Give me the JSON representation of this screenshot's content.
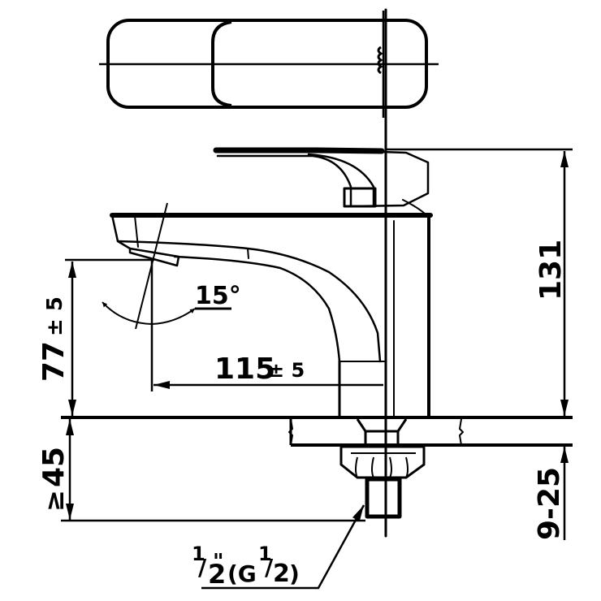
{
  "drawing": {
    "type": "technical-dimension-drawing",
    "subject": "single-lever basin faucet",
    "views": [
      "top-view",
      "side-view"
    ],
    "line_color": "#000000",
    "background": "#ffffff"
  },
  "dimensions": {
    "height_total": "131",
    "spout_height": "77",
    "spout_height_tol": "± 5",
    "spout_reach": "115",
    "spout_reach_tol": "± 5",
    "spout_angle": "15°",
    "shank_length_prefix": "≥",
    "shank_length": "45",
    "counter_thickness": "9-25"
  },
  "thread": {
    "num": "1",
    "den": "2",
    "inch_mark": "\"",
    "open": "(G",
    "g_num": "1",
    "g_den": "2",
    "close": ")"
  }
}
